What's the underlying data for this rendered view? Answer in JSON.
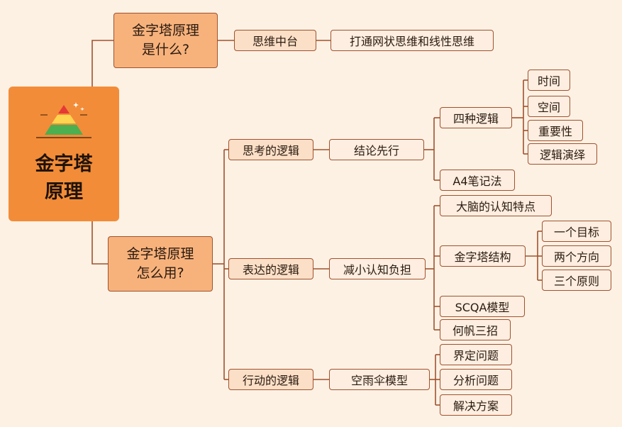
{
  "root": {
    "title": "金字塔\n原理",
    "icon": "pyramid-icon",
    "colors": {
      "background": "#f28c38",
      "line": "#a0522d"
    }
  },
  "branches": {
    "what": {
      "title": "金字塔原理\n是什么?",
      "child": "思维中台",
      "leaf": "打通网状思维和线性思维"
    },
    "how": {
      "title": "金字塔原理\n怎么用?",
      "thinking": {
        "title": "思考的逻辑",
        "child": "结论先行",
        "four_logic": {
          "title": "四种逻辑",
          "items": [
            "时间",
            "空间",
            "重要性",
            "逻辑演绎"
          ]
        },
        "a4": "A4笔记法"
      },
      "expression": {
        "title": "表达的逻辑",
        "child": "减小认知负担",
        "brain": "大脑的认知特点",
        "structure": {
          "title": "金字塔结构",
          "items": [
            "一个目标",
            "两个方向",
            "三个原则"
          ]
        },
        "scqa": "SCQA模型",
        "hefan": "何帆三招"
      },
      "action": {
        "title": "行动的逻辑",
        "child": "空雨伞模型",
        "items": [
          "界定问题",
          "分析问题",
          "解决方案"
        ]
      }
    }
  }
}
